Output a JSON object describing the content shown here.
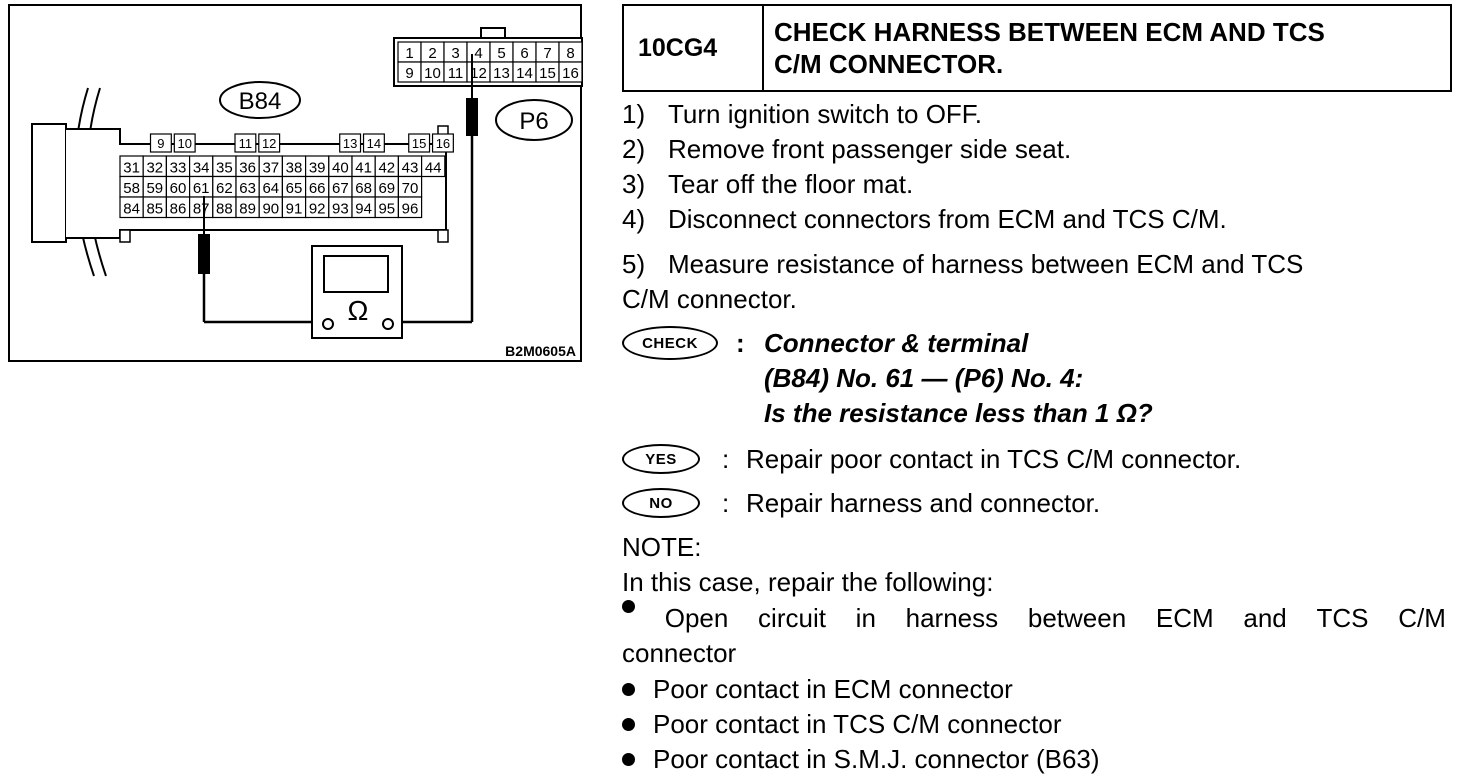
{
  "diagram": {
    "connector_b84_label": "B84",
    "connector_p6_label": "P6",
    "figure_id": "B2M0605A",
    "ohm_symbol": "Ω",
    "p6_row1": [
      "1",
      "2",
      "3",
      "4",
      "5",
      "6",
      "7",
      "8"
    ],
    "p6_row2": [
      "9",
      "10",
      "11",
      "12",
      "13",
      "14",
      "15",
      "16"
    ],
    "b84_row0": [
      "9",
      "10",
      "11",
      "12",
      "13",
      "14",
      "15",
      "16"
    ],
    "b84_row1": [
      "31",
      "32",
      "33",
      "34",
      "35",
      "36",
      "37",
      "38",
      "39",
      "40",
      "41",
      "42",
      "43",
      "44"
    ],
    "b84_row2": [
      "58",
      "59",
      "60",
      "61",
      "62",
      "63",
      "64",
      "65",
      "66",
      "67",
      "68",
      "69",
      "70"
    ],
    "b84_row3": [
      "84",
      "85",
      "86",
      "87",
      "88",
      "89",
      "90",
      "91",
      "92",
      "93",
      "94",
      "95",
      "96"
    ]
  },
  "header": {
    "code": "10CG4",
    "title": "CHECK HARNESS BETWEEN ECM AND TCS\nC/M CONNECTOR."
  },
  "steps": [
    {
      "num": "1)",
      "text": "Turn ignition switch to OFF."
    },
    {
      "num": "2)",
      "text": "Remove front passenger side seat."
    },
    {
      "num": "3)",
      "text": "Tear off the floor mat."
    },
    {
      "num": "4)",
      "text": "Disconnect connectors from ECM and TCS C/M."
    },
    {
      "num": "5)",
      "text": "Measure resistance of harness between ECM and TCS"
    }
  ],
  "step5_cont": "C/M connector.",
  "check": {
    "badge": "CHECK",
    "colon": ":",
    "line1": "Connector & terminal",
    "line2": "(B84) No. 61 — (P6) No. 4:",
    "line3": "Is the resistance less than 1 Ω?"
  },
  "yes": {
    "badge": "YES",
    "colon": ":",
    "text": "Repair poor contact in TCS C/M connector."
  },
  "no": {
    "badge": "NO",
    "colon": ":",
    "text": "Repair harness and connector."
  },
  "note": {
    "label": "NOTE:",
    "intro": "In this case, repair the following:",
    "item1_words": [
      "Open",
      "circuit",
      "in",
      "harness",
      "between",
      "ECM",
      "and",
      "TCS",
      "C/M"
    ],
    "item1_cont": "connector",
    "item2": "Poor contact in ECM connector",
    "item3": "Poor contact in TCS C/M connector",
    "item4": "Poor contact in S.M.J. connector (B63)"
  }
}
